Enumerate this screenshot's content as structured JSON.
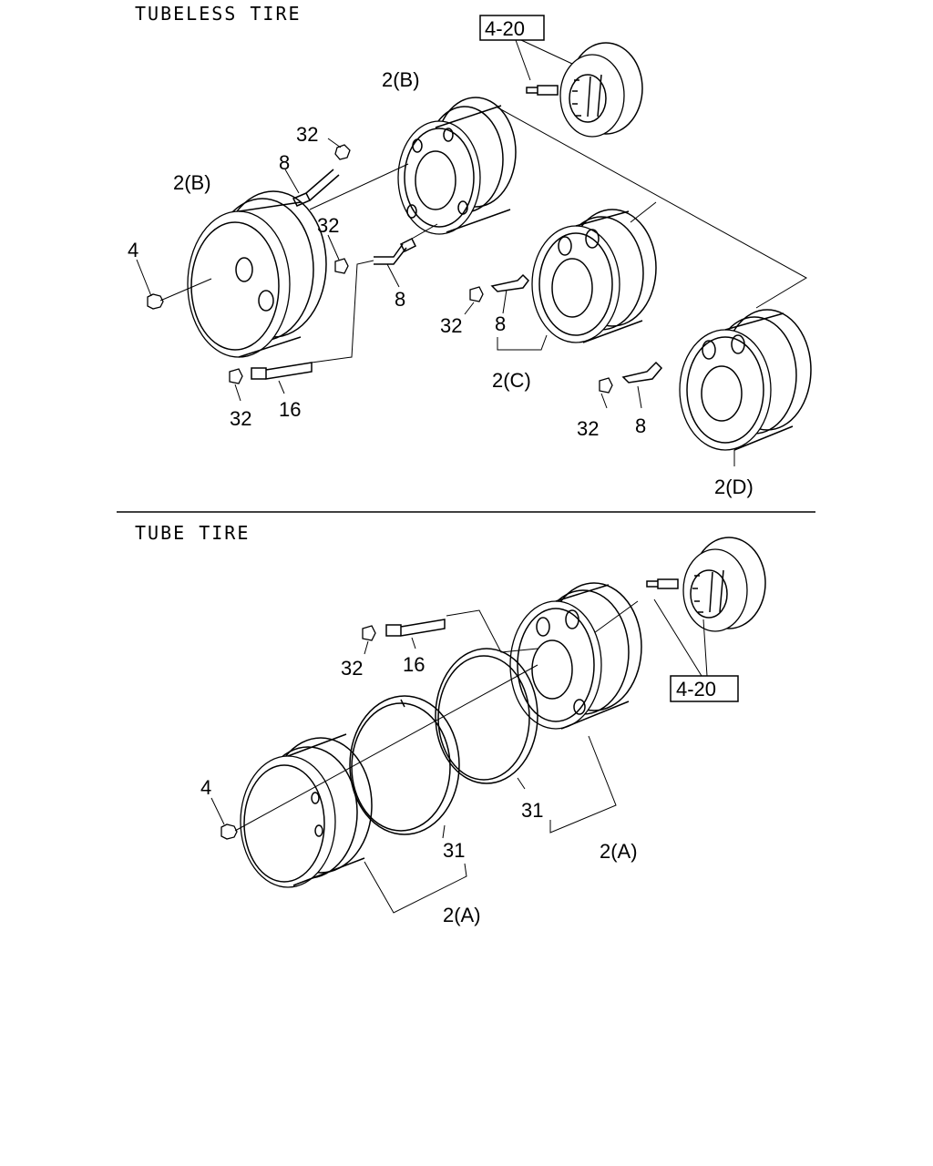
{
  "sections": {
    "tubeless": {
      "title": "TUBELESS TIRE",
      "ref_box": "4-20",
      "callouts": {
        "wheel_b_upper": "2(B)",
        "wheel_b_left": "2(B)",
        "cap_32_a": "32",
        "valve_8_a": "8",
        "cap_32_b": "32",
        "valve_8_b": "8",
        "nut_4": "4",
        "cap_32_c": "32",
        "valve_16": "16",
        "cap_32_d": "32",
        "valve_8_c": "8",
        "wheel_c": "2(C)",
        "cap_32_e": "32",
        "valve_8_d": "8",
        "wheel_d": "2(D)"
      }
    },
    "tube": {
      "title": "TUBE TIRE",
      "ref_box": "4-20",
      "callouts": {
        "cap_32": "32",
        "valve_16": "16",
        "nut_4": "4",
        "ring_31_a": "31",
        "ring_31_b": "31",
        "wheel_a_right": "2(A)",
        "wheel_a_left": "2(A)"
      }
    }
  }
}
